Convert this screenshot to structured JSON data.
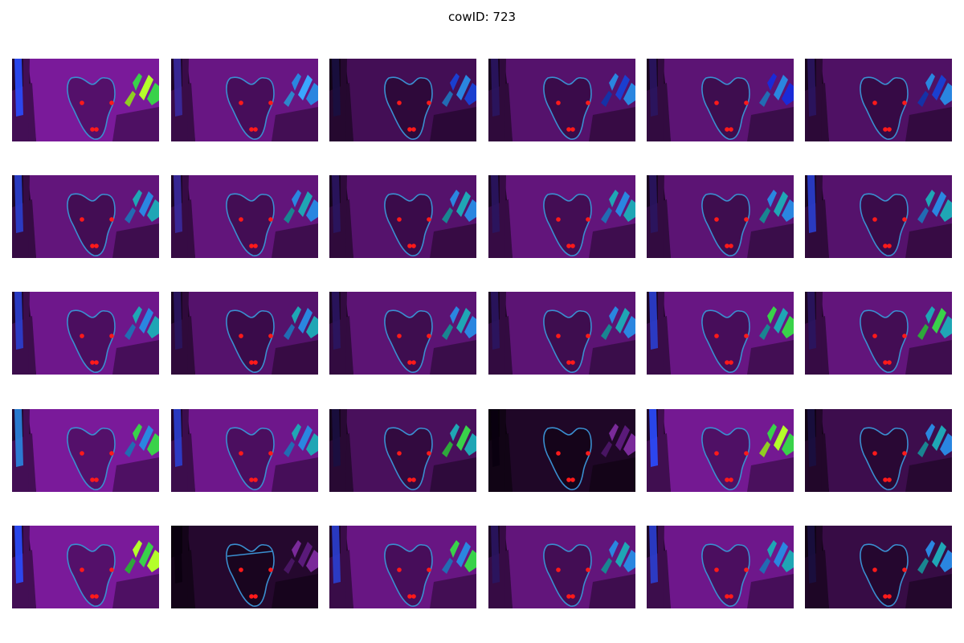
{
  "figure": {
    "title": "cowID: 723"
  },
  "frames": [
    {
      "bright": 1.0,
      "side": "#39d24a",
      "side2": "#b4ff2a",
      "left_glow": "#2a4cff"
    },
    {
      "bright": 0.85,
      "side": "#2a86e0",
      "side2": "#3aa7ff",
      "left_glow": "#3a2aa0"
    },
    {
      "bright": 0.55,
      "side": "#1a3fd0",
      "side2": "#2a86e0",
      "left_glow": "#1a1040"
    },
    {
      "bright": 0.7,
      "side": "#2a86e0",
      "side2": "#1a3fd0",
      "left_glow": "#2a1560"
    },
    {
      "bright": 0.75,
      "side": "#1a2ad8",
      "side2": "#2a86e0",
      "left_glow": "#2a1560"
    },
    {
      "bright": 0.65,
      "side": "#2a86e0",
      "side2": "#1a3fd0",
      "left_glow": "#2a1560"
    },
    {
      "bright": 0.8,
      "side": "#1fa6b5",
      "side2": "#2a86e0",
      "left_glow": "#2a3fd0"
    },
    {
      "bright": 0.8,
      "side": "#2a86e0",
      "side2": "#1fa6b5",
      "left_glow": "#3a2aa0"
    },
    {
      "bright": 0.7,
      "side": "#2a86e0",
      "side2": "#1fa6b5",
      "left_glow": "#2a1560"
    },
    {
      "bright": 0.8,
      "side": "#1fa6b5",
      "side2": "#2a86e0",
      "left_glow": "#2a1560"
    },
    {
      "bright": 0.75,
      "side": "#2a86e0",
      "side2": "#1fa6b5",
      "left_glow": "#2a1560"
    },
    {
      "bright": 0.7,
      "side": "#1fa6b5",
      "side2": "#2a86e0",
      "left_glow": "#2a3fd0"
    },
    {
      "bright": 0.9,
      "side": "#1fa6b5",
      "side2": "#2a86e0",
      "left_glow": "#2a3fd0"
    },
    {
      "bright": 0.7,
      "side": "#1fa6b5",
      "side2": "#2a86e0",
      "left_glow": "#2a1560"
    },
    {
      "bright": 0.75,
      "side": "#2a86e0",
      "side2": "#1fa6b5",
      "left_glow": "#2a1560"
    },
    {
      "bright": 0.75,
      "side": "#2a86e0",
      "side2": "#1fa6b5",
      "left_glow": "#2a1560"
    },
    {
      "bright": 0.85,
      "side": "#39d24a",
      "side2": "#1fa6b5",
      "left_glow": "#2a3fd0"
    },
    {
      "bright": 0.8,
      "side": "#1fa6b5",
      "side2": "#39d24a",
      "left_glow": "#2a1560"
    },
    {
      "bright": 1.0,
      "side": "#39d24a",
      "side2": "#2a86e0",
      "left_glow": "#2a86e0"
    },
    {
      "bright": 0.9,
      "side": "#1fa6b5",
      "side2": "#2a86e0",
      "left_glow": "#2a3fd0"
    },
    {
      "bright": 0.6,
      "side": "#1fa6b5",
      "side2": "#39d24a",
      "left_glow": "#1a1040"
    },
    {
      "bright": 0.25,
      "side": "#7a2a9a",
      "side2": "#5a1a7a",
      "left_glow": "#0a0010"
    },
    {
      "bright": 0.95,
      "side": "#39d24a",
      "side2": "#b4ff2a",
      "left_glow": "#2a4cff"
    },
    {
      "bright": 0.5,
      "side": "#2a86e0",
      "side2": "#1fa6b5",
      "left_glow": "#1a1040"
    },
    {
      "bright": 1.0,
      "side": "#b4ff2a",
      "side2": "#39d24a",
      "left_glow": "#2a4cff"
    },
    {
      "bright": 0.3,
      "side": "#7a2a9a",
      "side2": "#5a1a7a",
      "left_glow": "#0a0010",
      "chord": true
    },
    {
      "bright": 0.85,
      "side": "#39d24a",
      "side2": "#2a86e0",
      "left_glow": "#2a3fd0"
    },
    {
      "bright": 0.8,
      "side": "#2a86e0",
      "side2": "#1fa6b5",
      "left_glow": "#2a1560"
    },
    {
      "bright": 0.9,
      "side": "#1fa6b5",
      "side2": "#2a86e0",
      "left_glow": "#2a3fd0"
    },
    {
      "bright": 0.45,
      "side": "#2a86e0",
      "side2": "#1fa6b5",
      "left_glow": "#1a1040"
    }
  ],
  "colors": {
    "outline": "#3a8fd0",
    "keypoint": "#ff1a1a",
    "base_purple": "#7a1a9a",
    "dark_purple": "#3a0a4a"
  }
}
